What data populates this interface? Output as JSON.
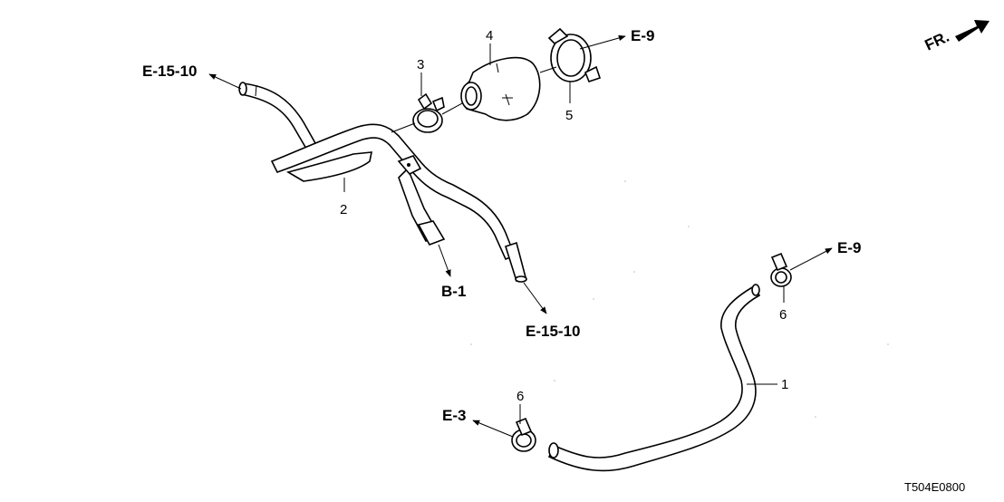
{
  "diagram": {
    "code": "T504E0800",
    "orientation_label": "FR.",
    "part_numbers": {
      "p1": "1",
      "p2": "2",
      "p3": "3",
      "p4": "4",
      "p5": "5",
      "p6a": "6",
      "p6b": "6"
    },
    "references": {
      "e15_10_top": "E-15-10",
      "e15_10_bottom": "E-15-10",
      "e9_top": "E-9",
      "e9_right": "E-9",
      "b1": "B-1",
      "e3": "E-3"
    }
  }
}
